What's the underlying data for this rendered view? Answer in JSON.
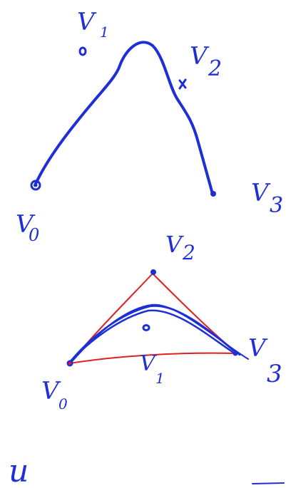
{
  "upper_diagram": {
    "labels": {
      "v0": "V",
      "v0_sub": "0",
      "v1": "V",
      "v1_sub": "1",
      "v2": "V",
      "v2_sub": "2",
      "v3": "V",
      "v3_sub": "3"
    }
  },
  "lower_diagram": {
    "labels": {
      "v0": "V",
      "v0_sub": "0",
      "v1": "V",
      "v1_sub": "1",
      "v2": "V",
      "v2_sub": "2",
      "v3": "V",
      "v3_sub": "3"
    }
  },
  "footer": {
    "letter": "u"
  },
  "colors": {
    "ink_blue": "#1f2fd6",
    "ink_red": "#e02020",
    "background": "#ffffff"
  }
}
